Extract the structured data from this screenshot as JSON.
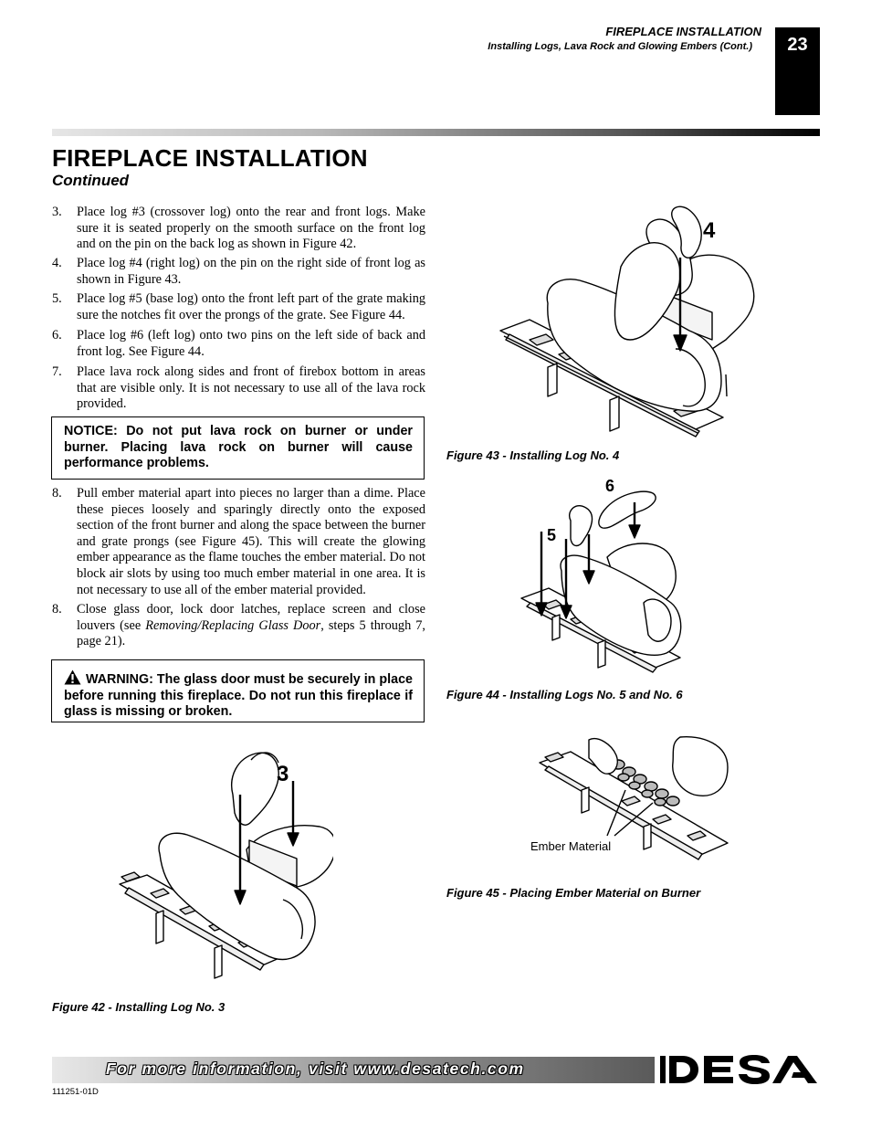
{
  "header": {
    "section": "FIREPLACE INSTALLATION",
    "subsection": "Installing Logs, Lava Rock and Glowing Embers (Cont.)",
    "page_number": "23"
  },
  "title": {
    "main": "FIREPLACE INSTALLATION",
    "sub": "Continued"
  },
  "steps": [
    {
      "num": "3.",
      "text": "Place log #3 (crossover log) onto the rear and front logs. Make sure it is seated properly on the smooth surface on the front log and on the pin on the back log as shown in Figure 42."
    },
    {
      "num": "4.",
      "text": "Place log #4 (right log) on the pin on the right side of front log as shown in Figure 43."
    },
    {
      "num": "5.",
      "text": "Place log #5 (base log) onto the front left part of the grate making sure the notches fit over the prongs of the grate. See Figure 44."
    },
    {
      "num": "6.",
      "text": "Place log #6 (left log) onto two pins on the left side of back and front log. See Figure 44."
    },
    {
      "num": "7.",
      "text": "Place lava rock along sides and front of firebox bottom in areas that are visible only. It is not necessary to use all of the lava rock provided."
    }
  ],
  "notice": "NOTICE: Do not put lava rock on burner or under burner. Placing lava rock on burner will cause performance problems.",
  "steps2": [
    {
      "num": "8.",
      "text": "Pull ember material apart into pieces no larger than a dime. Place these pieces loosely and sparingly directly onto the exposed section of the front burner and along the space between the burner and grate prongs (see Figure 45). This will create the glowing ember appearance as the flame touches the ember material. Do not block air slots by using too much ember material in one area. It is not necessary to use all of the ember material provided."
    },
    {
      "num": "8.",
      "text_before": "Close glass door, lock door latches, replace screen and close louvers (see ",
      "text_italic": "Removing/Replacing Glass Door",
      "text_after": ", steps 5 through 7, page 21)."
    }
  ],
  "warning": "WARNING: The glass door must be securely in place before running this fireplace. Do not run this fireplace if glass is missing or broken.",
  "figures": {
    "fig42": {
      "caption": "Figure 42 - Installing Log No. 3",
      "label": "3"
    },
    "fig43": {
      "caption": "Figure 43 - Installing Log No. 4",
      "label": "4"
    },
    "fig44": {
      "caption": "Figure 44 - Installing Logs No. 5 and No. 6",
      "label_a": "5",
      "label_b": "6"
    },
    "fig45": {
      "caption": "Figure 45 - Placing Ember Material on Burner",
      "label": "Ember Material"
    }
  },
  "footer": {
    "text": "For more information, visit www.desatech.com",
    "doc_number": "111251-01D",
    "logo": "DESA",
    "logo_icon": "desa-logo"
  }
}
